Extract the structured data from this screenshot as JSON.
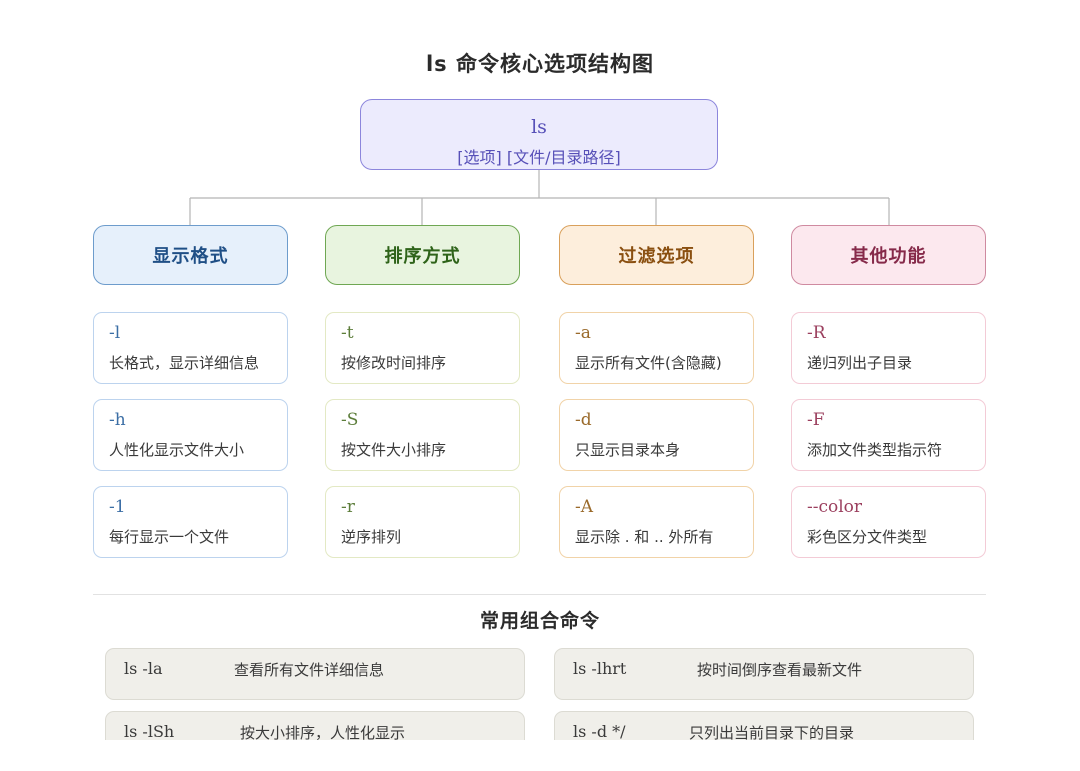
{
  "diagram": {
    "title": "ls 命令核心选项结构图",
    "root": {
      "command": "ls",
      "syntax": "[选项] [文件/目录路径]"
    },
    "categories": [
      {
        "label": "显示格式",
        "options": [
          {
            "flag": "-l",
            "desc": "长格式，显示详细信息"
          },
          {
            "flag": "-h",
            "desc": "人性化显示文件大小"
          },
          {
            "flag": "-1",
            "desc": "每行显示一个文件"
          }
        ]
      },
      {
        "label": "排序方式",
        "options": [
          {
            "flag": "-t",
            "desc": "按修改时间排序"
          },
          {
            "flag": "-S",
            "desc": "按文件大小排序"
          },
          {
            "flag": "-r",
            "desc": "逆序排列"
          }
        ]
      },
      {
        "label": "过滤选项",
        "options": [
          {
            "flag": "-a",
            "desc": "显示所有文件(含隐藏)"
          },
          {
            "flag": "-d",
            "desc": "只显示目录本身"
          },
          {
            "flag": "-A",
            "desc": "显示除 . 和 .. 外所有"
          }
        ]
      },
      {
        "label": "其他功能",
        "options": [
          {
            "flag": "-R",
            "desc": "递归列出子目录"
          },
          {
            "flag": "-F",
            "desc": "添加文件类型指示符"
          },
          {
            "flag": "--color",
            "desc": "彩色区分文件类型"
          }
        ]
      }
    ]
  },
  "combos": {
    "title": "常用组合命令",
    "items": [
      {
        "cmd": "ls -la",
        "desc": "查看所有文件详细信息"
      },
      {
        "cmd": "ls -lhrt",
        "desc": "按时间倒序查看最新文件"
      },
      {
        "cmd": "ls -lSh",
        "desc": "按大小排序，人性化显示"
      },
      {
        "cmd": "ls -d */",
        "desc": "只列出当前目录下的目录"
      }
    ]
  },
  "colors": {
    "root": "#ecebfd",
    "display_format": "#e6f0fb",
    "sorting": "#e8f4df",
    "filtering": "#fdeedc",
    "other": "#fce8ee",
    "combo_bg": "#f0efea"
  }
}
